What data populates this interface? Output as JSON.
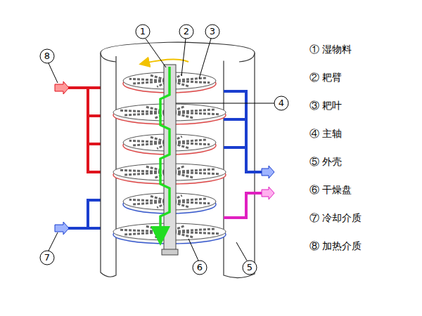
{
  "diagram": {
    "labels": [
      "1",
      "2",
      "3",
      "4",
      "5",
      "6",
      "7",
      "8"
    ],
    "legend": [
      {
        "text": "① 湿物料"
      },
      {
        "text": "② 耙臂"
      },
      {
        "text": "③ 耙叶"
      },
      {
        "text": "④ 主轴"
      },
      {
        "text": "⑤ 外壳"
      },
      {
        "text": "⑥ 干燥盘"
      },
      {
        "text": "⑦ 冷却介质"
      },
      {
        "text": "⑧ 加热介质"
      }
    ]
  }
}
